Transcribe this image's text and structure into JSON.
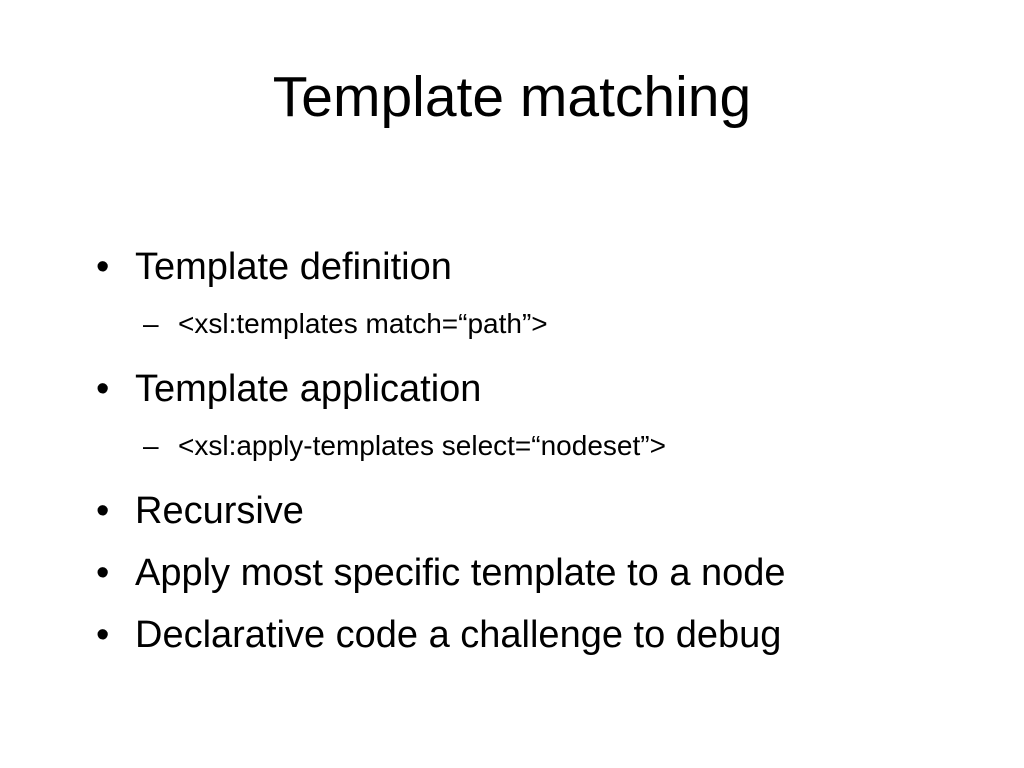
{
  "slide": {
    "title": "Template matching",
    "items": [
      {
        "level": 1,
        "marker": "•",
        "text": "Template definition"
      },
      {
        "level": 2,
        "marker": "–",
        "text": "<xsl:templates  match=“path”>"
      },
      {
        "level": 1,
        "marker": "•",
        "text": "Template application"
      },
      {
        "level": 2,
        "marker": "–",
        "text": "<xsl:apply-templates select=“nodeset”>"
      },
      {
        "level": 1,
        "marker": "•",
        "text": "Recursive"
      },
      {
        "level": 1,
        "marker": "•",
        "text": "Apply most specific template to a node"
      },
      {
        "level": 1,
        "marker": "•",
        "text": "Declarative code a challenge to debug"
      }
    ]
  }
}
